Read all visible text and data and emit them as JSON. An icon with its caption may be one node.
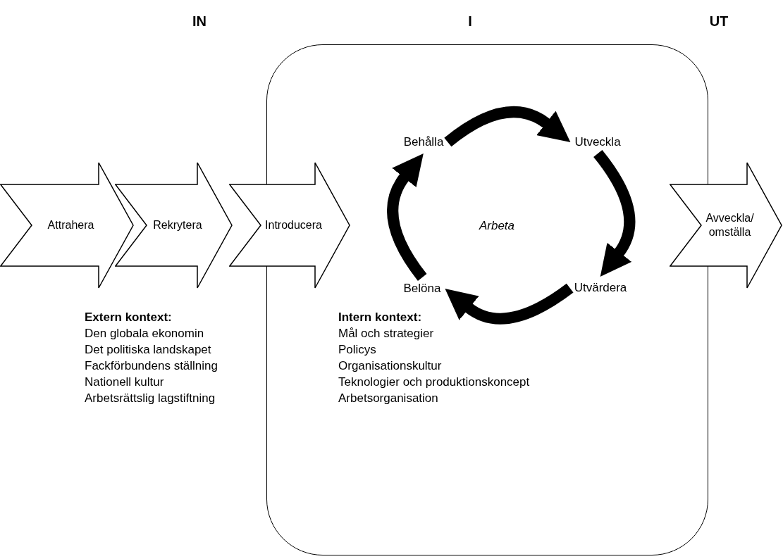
{
  "diagram": {
    "nodes": [
      {
        "text": [],
        "shape": "box"
      },
      {
        "text": [
          "Attrahera"
        ]
      },
      {
        "text": [
          "Rekrytera"
        ]
      },
      {
        "text": [
          "Introducera"
        ]
      },
      {
        "text": [
          "Behålla"
        ],
        "in": 0
      },
      {
        "text": [
          "Utveckla"
        ],
        "in": 0
      },
      {
        "text": [
          "Utvärdera"
        ],
        "in": 0
      },
      {
        "text": [
          "Belöna"
        ],
        "in": 0
      },
      {
        "text": [
          "Avveckla/ omställa"
        ]
      }
    ],
    "edges": [
      {
        "from": 4,
        "to": 5,
        "arrow": "to"
      },
      {
        "from": 5,
        "to": 6,
        "arrow": "to"
      },
      {
        "from": 6,
        "to": 7,
        "arrow": "to"
      },
      {
        "from": 7,
        "to": 4,
        "arrow": "to"
      }
    ],
    "labels": [
      "IN",
      "I",
      "UT",
      "Arbeta",
      "Extern kontext:",
      "Den globala ekonomin",
      "Det politiska landskapet",
      "Fackförbundens ställning",
      "Nationell kultur",
      "Arbetsrättslig lagstiftning",
      "Intern kontext:",
      "Mål och strategier",
      "Policys",
      "Organisationskultur",
      "Teknologier och produktionskoncept",
      "Arbetsorganisation"
    ]
  }
}
